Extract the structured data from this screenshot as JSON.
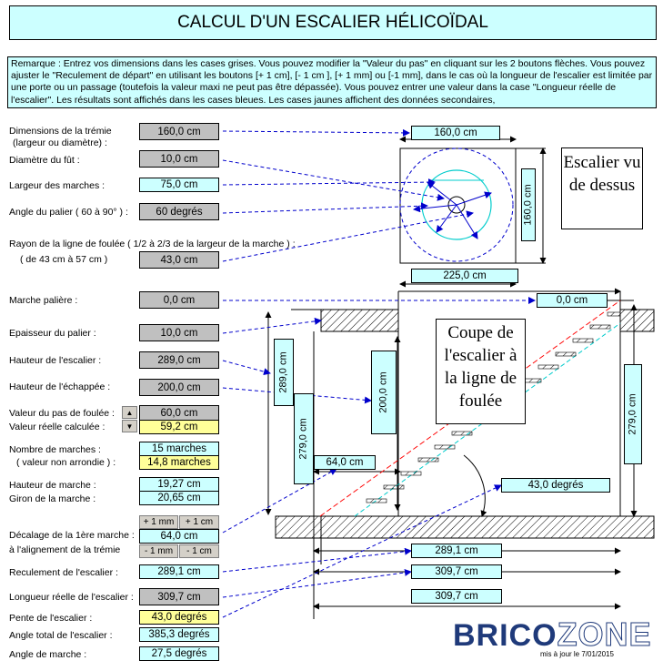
{
  "title": "CALCUL D'UN ESCALIER HÉLICOÏDAL",
  "note": "Remarque : Entrez vos dimensions dans les cases grises. Vous pouvez modifier la \"Valeur du pas\" en cliquant sur les 2 boutons flèches. Vous pouvez ajuster le \"Reculement de départ\" en utilisant les boutons [+ 1 cm], [- 1 cm ], [+ 1 mm] ou [-1 mm], dans le cas où la longueur de l'escalier est limitée par une porte ou un passage (toutefois la valeur maxi ne peut pas être dépassée). Vous pouvez entrer une valeur dans la case \"Longueur réelle de l'escalier\". Les résultats sont affichés dans les cases bleues. Les cases jaunes affichent des données secondaires,",
  "fields": {
    "tremie_label1": "Dimensions de la trémie",
    "tremie_label2": "(largeur ou diamètre) :",
    "tremie_value": "160,0 cm",
    "fut_label": "Diamètre du fût :",
    "fut_value": "10,0 cm",
    "largeur_label": "Largeur des marches :",
    "largeur_value": "75,0 cm",
    "angle_palier_label": "Angle du palier ( 60 à 90° ) :",
    "angle_palier_value": "60 degrés",
    "rayon_label": "Rayon de la ligne de foulée ( 1/2 à 2/3 de la largeur de la marche ) :",
    "rayon_sub": "( de 43 cm à 57 cm )",
    "rayon_value": "43,0 cm",
    "marche_paliere_label": "Marche palière :",
    "marche_paliere_value": "0,0 cm",
    "epaisseur_label": "Epaisseur du palier :",
    "epaisseur_value": "10,0 cm",
    "hauteur_esc_label": "Hauteur de l'escalier :",
    "hauteur_esc_value": "289,0 cm",
    "echappee_label": "Hauteur de l'échappée :",
    "echappee_value": "200,0 cm",
    "pas_label": "Valeur du pas de foulée :",
    "pas_value": "60,0 cm",
    "pas_reel_label": "Valeur réelle calculée :",
    "pas_reel_value": "59,2 cm",
    "nb_marches_label": "Nombre de marches :",
    "nb_marches_sub": "( valeur non arrondie ) :",
    "nb_marches_value": "15 marches",
    "nb_marches_raw": "14,8 marches",
    "hauteur_marche_label": "Hauteur de marche :",
    "hauteur_marche_value": "19,27 cm",
    "giron_label": "Giron de la marche :",
    "giron_value": "20,65 cm",
    "decalage_label1": "Décalage de la 1ère marche :",
    "decalage_label2": "à l'alignement de la trémie",
    "decalage_value": "64,0 cm",
    "reculement_label": "Reculement de l'escalier :",
    "reculement_value": "289,1 cm",
    "longueur_label": "Longueur réelle de l'escalier :",
    "longueur_value": "309,7 cm",
    "pente_label": "Pente de l'escalier :",
    "pente_value": "43,0 degrés",
    "angle_total_label": "Angle total de l'escalier :",
    "angle_total_value": "385,3 degrés",
    "angle_marche_label": "Angle de marche :",
    "angle_marche_value": "27,5 degrés"
  },
  "buttons": {
    "plus_mm": "+ 1 mm",
    "plus_cm": "+ 1 cm",
    "minus_mm": "- 1 mm",
    "minus_cm": "- 1 cm",
    "up": "▲",
    "down": "▼"
  },
  "diagram": {
    "top_width": "160,0 cm",
    "top_height": "160,0 cm",
    "top_below": "225,0 cm",
    "caption_top": "Escalier vu de dessus",
    "marche_paliere": "0,0 cm",
    "caption_section": "Coupe de l'escalier à la ligne de foulée",
    "v289": "289,0 cm",
    "v279_left": "279,0 cm",
    "v200": "200,0 cm",
    "v279_right": "279,0 cm",
    "decal": "64,0 cm",
    "pente": "43,0 degrés",
    "reculement": "289,1 cm",
    "longueur1": "309,7 cm",
    "longueur2": "309,7 cm"
  },
  "logo": {
    "brand1": "BRICO",
    "brand2": "ZONE",
    "updated": "mis à jour le 7/01/2015"
  },
  "colors": {
    "cyan": "#ccffff",
    "grey": "#c0c0c0",
    "yellow": "#ffff99",
    "arrow_blue": "#0000cc"
  }
}
